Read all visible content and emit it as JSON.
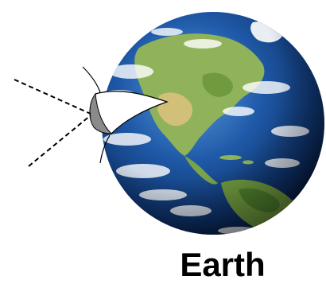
{
  "label": {
    "text": "Earth"
  },
  "illustration": {
    "subject": "planet-earth-globe",
    "feature": "cone-shaped-field-of-view-intersecting-earth-surface"
  },
  "colors": {
    "ocean": "#1f5aa8",
    "land": "#8fb25a",
    "land_desert": "#d2c079",
    "cloud": "#ffffff",
    "line": "#000000",
    "cone_fill": "#ffffff",
    "cone_rim": "#8a8a8a"
  }
}
